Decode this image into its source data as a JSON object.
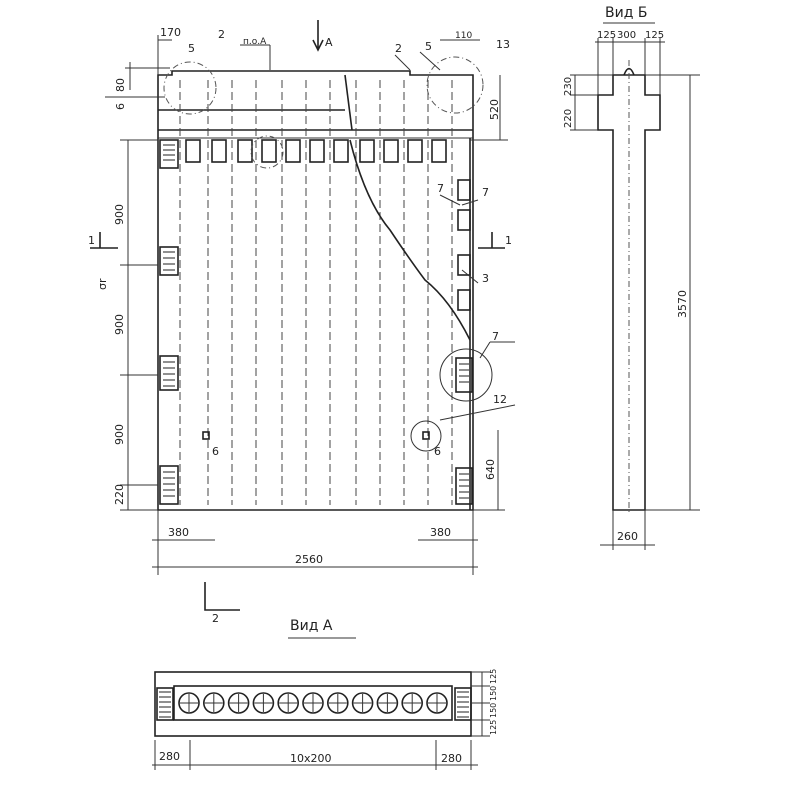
{
  "elevation": {
    "top_labels": {
      "d170": "170",
      "p5a": "5",
      "p2a": "2",
      "poa": "п.о.А",
      "arrowA": "А",
      "p2b": "2",
      "p5b": "5",
      "d110": "110",
      "p13": "13"
    },
    "left_labels": {
      "d80": "80",
      "p6": "6",
      "d900a": "900",
      "d900b": "900",
      "d900c": "900",
      "d220": "220",
      "s1": "1",
      "sigma": "σr"
    },
    "right_labels": {
      "d520": "520",
      "p7a": "7",
      "p7b": "7",
      "p3": "3",
      "p7c": "7",
      "p12": "12",
      "d640": "640",
      "s1": "1"
    },
    "inner_labels": {
      "p6a": "6",
      "p6b": "6"
    },
    "bottom_labels": {
      "d380a": "380",
      "d380b": "380",
      "d2560": "2560",
      "sec2": "2"
    }
  },
  "view_b": {
    "title": "Вид Б",
    "dims": {
      "a": "125",
      "b": "300",
      "c": "125",
      "d230": "230",
      "d220": "220",
      "d3570": "3570",
      "d260": "260"
    }
  },
  "view_a": {
    "title": "Вид А",
    "dims": {
      "l280": "280",
      "mid": "10x200",
      "r280": "280",
      "v1": "125",
      "v2": "150",
      "v3": "150",
      "v4": "125"
    },
    "holes": 11
  }
}
